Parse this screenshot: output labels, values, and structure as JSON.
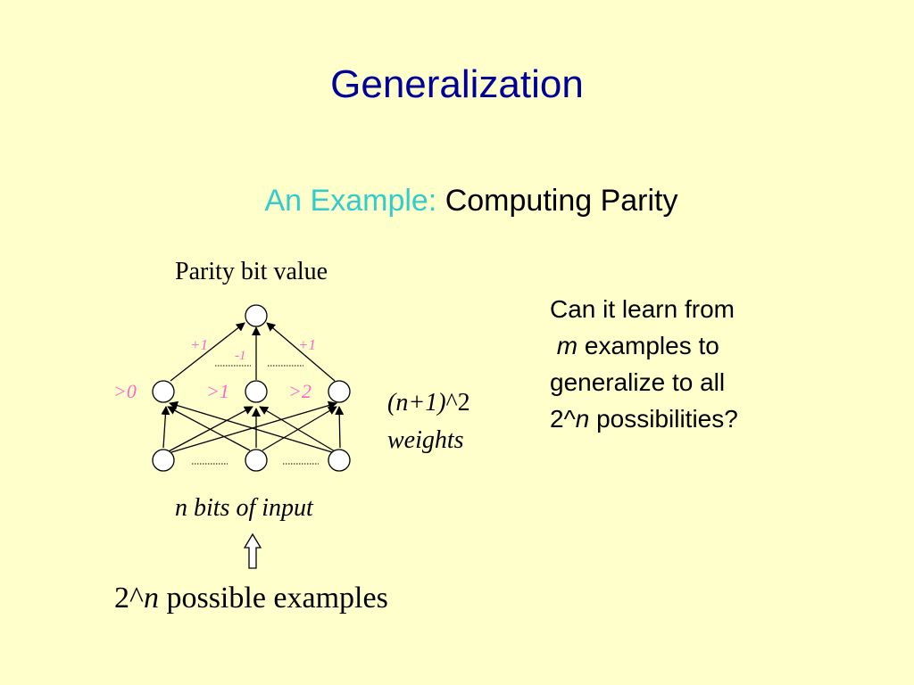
{
  "slide": {
    "title": "Generalization",
    "subtitle_lead": "An Example:",
    "subtitle_main": "Computing Parity"
  },
  "diagram": {
    "output_label": "Parity bit value",
    "input_label": "n bits of input",
    "weights_count": "(n+1)^2",
    "weights_word": "weights",
    "thresholds": [
      ">0",
      ">1",
      ">2"
    ],
    "output_weights": [
      "+1",
      "-1",
      "+1"
    ],
    "examples_prefix": "2^",
    "examples_var": "n",
    "examples_rest": " possible examples"
  },
  "question": {
    "line1": "Can it learn from",
    "line2_var": "m",
    "line2_rest": " examples to",
    "line3": "generalize to all",
    "line4_prefix": "2^",
    "line4_var": "n",
    "line4_rest": " possibilities?"
  },
  "colors": {
    "background": "#ffffcc",
    "title": "#000099",
    "subtitle_lead": "#33cccc",
    "annotation": "#ff66cc"
  }
}
